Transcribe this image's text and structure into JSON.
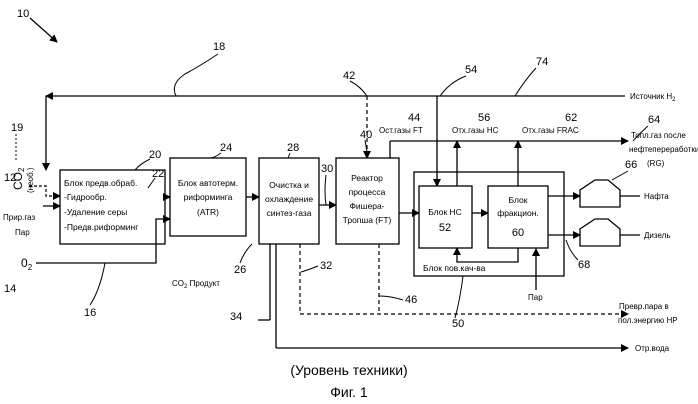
{
  "figure": {
    "caption_line1": "(Уровень техники)",
    "caption_line2": "Фиг. 1"
  },
  "refs": {
    "r10": "10",
    "r12": "12",
    "r14": "14",
    "r16": "16",
    "r18": "18",
    "r19": "19",
    "r20": "20",
    "r22": "22",
    "r24": "24",
    "r26": "26",
    "r28": "28",
    "r30": "30",
    "r32": "32",
    "r34": "34",
    "r40": "40",
    "r42": "42",
    "r44": "44",
    "r46": "46",
    "r50": "50",
    "r54": "54",
    "r56": "56",
    "r62": "62",
    "r64": "64",
    "r66": "66",
    "r68": "68",
    "r74": "74"
  },
  "inputs": {
    "co2": "CO",
    "co2_sub": "2",
    "optional": "(необ.)",
    "natural_gas": "Прир.газ",
    "steam": "Пар",
    "o2": "0",
    "o2_sub": "2"
  },
  "blocks": {
    "pretreat": [
      "Блок предв.обраб.",
      "-Гидрообр.",
      "-Удаление серы",
      "-Предв.риформинг"
    ],
    "atr": [
      "Блок автотерм.",
      "риформинга",
      "(ATR)"
    ],
    "cleanup": [
      "Очистка и",
      "охлаждение",
      "синтез-газа"
    ],
    "ft": [
      "Реактор",
      "процесса",
      "Фишера-",
      "Тропша (FT)"
    ],
    "hc": [
      "Блок НС"
    ],
    "hc_num": "52",
    "frac": [
      "Блок",
      "фракцион."
    ],
    "frac_num": "60",
    "upgrade_label": "Блок пов.кач-ва"
  },
  "streams": {
    "h2_source": "Источник H",
    "h2_sub": "2",
    "ft_offgas": "Ост.газы FT",
    "hc_offgas": "Отх.газы НС",
    "frac_offgas": "Отх.газы FRAC",
    "refinery_gas_1": "Топл.газ после",
    "refinery_gas_2": "нефтепереработки",
    "refinery_gas_3": "(RG)",
    "co2_product": "CO",
    "co2_product_sub": "2",
    "co2_product_tail": " Продукт",
    "naphtha": "Нафта",
    "diesel": "Дизель",
    "steam_upgrade": "Пар",
    "steam_export_1": "Превр.пара в",
    "steam_export_2": "пол.энергию HP",
    "waste_water": "Отр.вода"
  }
}
